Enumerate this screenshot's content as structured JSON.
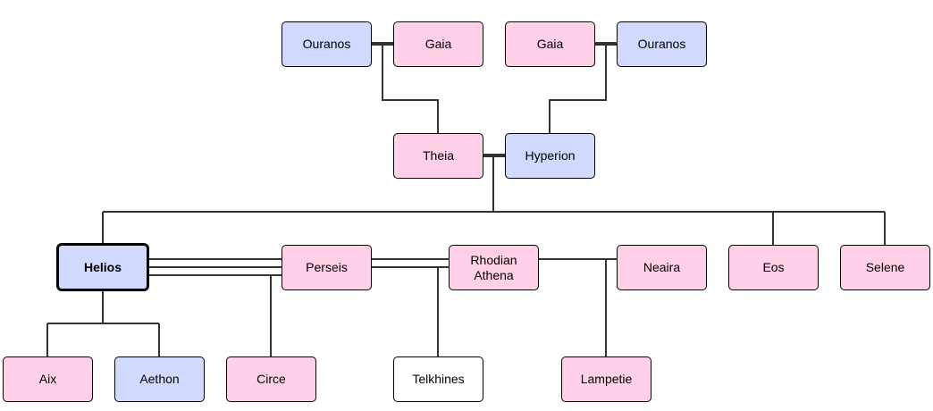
{
  "people": {
    "ouranos_left": {
      "name": "Ouranos",
      "color": "#d2d9ff"
    },
    "gaia_left": {
      "name": "Gaia",
      "color": "#ffd0e8"
    },
    "gaia_right": {
      "name": "Gaia",
      "color": "#ffd0e8"
    },
    "ouranos_right": {
      "name": "Ouranos",
      "color": "#d2d9ff"
    },
    "theia": {
      "name": "Theia",
      "color": "#ffd0e8"
    },
    "hyperion": {
      "name": "Hyperion",
      "color": "#d2d9ff"
    },
    "helios": {
      "name": "Helios",
      "color": "#d2d9ff"
    },
    "perseis": {
      "name": "Perseis",
      "color": "#ffd0e8"
    },
    "rhodian_athena": {
      "name": "Rhodian\nAthena",
      "color": "#ffd0e8"
    },
    "neaira": {
      "name": "Neaira",
      "color": "#ffd0e8"
    },
    "eos": {
      "name": "Eos",
      "color": "#ffd0e8"
    },
    "selene": {
      "name": "Selene",
      "color": "#ffd0e8"
    },
    "aix": {
      "name": "Aix",
      "color": "#ffd0e8"
    },
    "aethon": {
      "name": "Aethon",
      "color": "#d2d9ff"
    },
    "circe": {
      "name": "Circe",
      "color": "#ffd0e8"
    },
    "telkhines": {
      "name": "Telkhines",
      "color": "#ffffff"
    },
    "lampetie": {
      "name": "Lampetie",
      "color": "#ffd0e8"
    }
  }
}
